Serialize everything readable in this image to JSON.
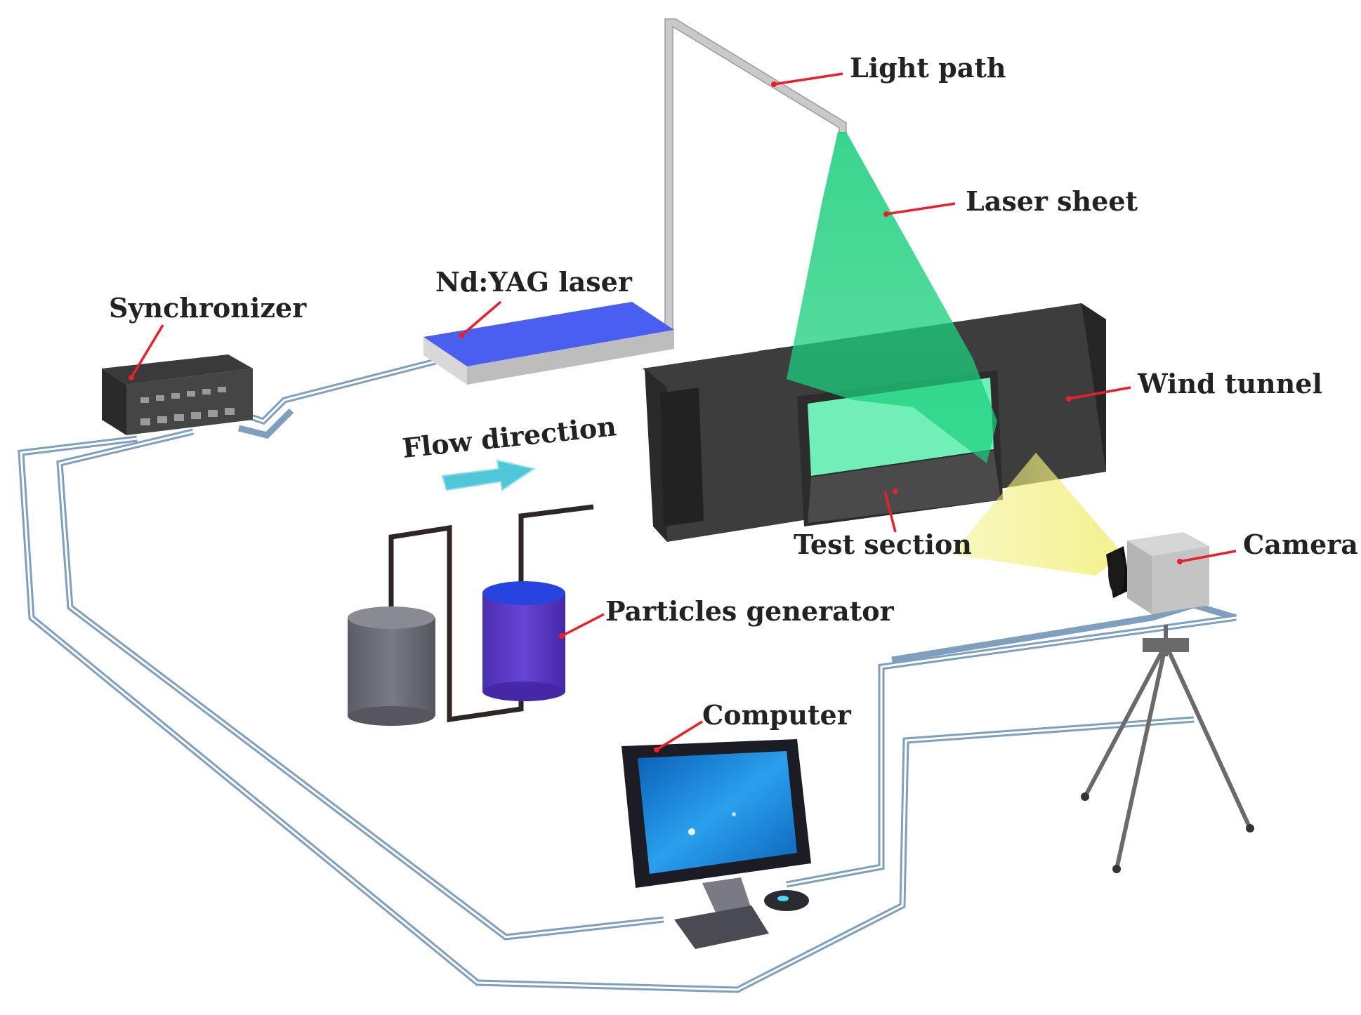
{
  "labels": {
    "light_path": "Light path",
    "laser_sheet": "Laser sheet",
    "nd_yag_laser": "Nd:YAG laser",
    "synchronizer": "Synchronizer",
    "wind_tunnel": "Wind tunnel",
    "flow_direction": "Flow direction",
    "test_section": "Test section",
    "camera": "Camera",
    "particles_generator": "Particles generator",
    "computer": "Computer"
  },
  "colors": {
    "cable": "#7f9fbf",
    "cable_edge": "#ffffff",
    "pointer": "#e8202a",
    "laser_sheet": "#1ccf7d",
    "camera_cone": "#f2ef7a",
    "tunnel": "#3d3d3d",
    "laser_top": "#4a5ff0",
    "cylinder_purple": "#5b3cc4",
    "cylinder_gray": "#6c6c74",
    "flow_arrow": "#4fc7d9",
    "monitor_screen": "#1e8fe0"
  }
}
